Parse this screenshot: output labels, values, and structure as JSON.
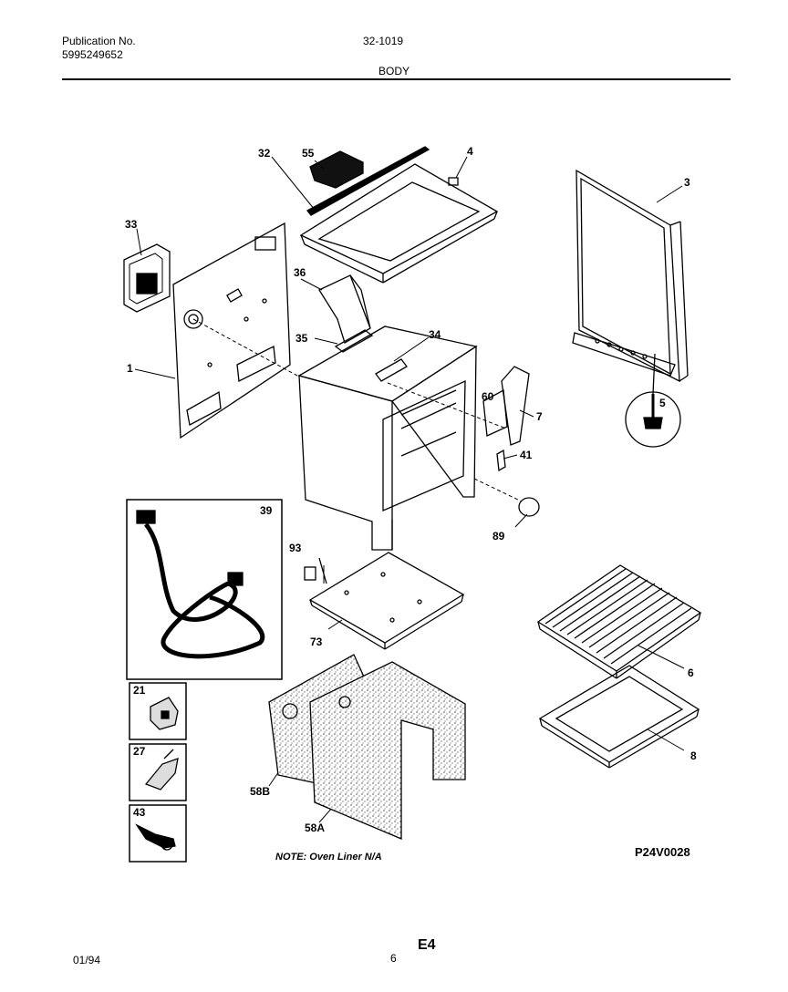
{
  "header": {
    "publication_label": "Publication No.",
    "publication_number": "5995249652",
    "model_code": "32-1019",
    "section_title": "BODY"
  },
  "part_labels": [
    "32",
    "55",
    "4",
    "3",
    "33",
    "36",
    "35",
    "34",
    "1",
    "60",
    "7",
    "5",
    "41",
    "89",
    "39",
    "93",
    "73",
    "6",
    "21",
    "27",
    "58B",
    "58A",
    "8",
    "43"
  ],
  "note": "NOTE: Oven Liner N/A",
  "diagram_code": "P24V0028",
  "footer": {
    "date": "01/94",
    "page": "6",
    "section_code": "E4"
  }
}
